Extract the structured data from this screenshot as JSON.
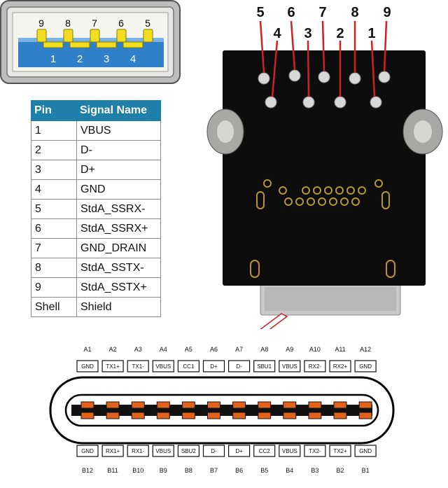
{
  "usb_a": {
    "top_pins": [
      "9",
      "8",
      "7",
      "6",
      "5"
    ],
    "bottom_pins": [
      "1",
      "2",
      "3",
      "4"
    ]
  },
  "table": {
    "headers": [
      "Pin",
      "Signal Name"
    ],
    "rows": [
      [
        "1",
        "VBUS"
      ],
      [
        "2",
        "D-"
      ],
      [
        "3",
        "D+"
      ],
      [
        "4",
        "GND"
      ],
      [
        "5",
        "StdA_SSRX-"
      ],
      [
        "6",
        "StdA_SSRX+"
      ],
      [
        "7",
        "GND_DRAIN"
      ],
      [
        "8",
        "StdA_SSTX-"
      ],
      [
        "9",
        "StdA_SSTX+"
      ],
      [
        "Shell",
        "Shield"
      ]
    ]
  },
  "pcb": {
    "top_labels": [
      "5",
      "6",
      "7",
      "8",
      "9"
    ],
    "lower_labels": [
      "4",
      "3",
      "2",
      "1"
    ]
  },
  "usb_c": {
    "top_ids": [
      "A1",
      "A2",
      "A3",
      "A4",
      "A5",
      "A6",
      "A7",
      "A8",
      "A9",
      "A10",
      "A11",
      "A12"
    ],
    "top_signals": [
      "GND",
      "TX1+",
      "TX1-",
      "VBUS",
      "CC1",
      "D+",
      "D-",
      "SBU1",
      "VBUS",
      "RX2-",
      "RX2+",
      "GND"
    ],
    "bottom_signals": [
      "GND",
      "RX1+",
      "RX1-",
      "VBUS",
      "SBU2",
      "D-",
      "D+",
      "CC2",
      "VBUS",
      "TX2-",
      "TX2+",
      "GND"
    ],
    "bottom_ids": [
      "B12",
      "B11",
      "B10",
      "B9",
      "B8",
      "B7",
      "B6",
      "B5",
      "B4",
      "B3",
      "B2",
      "B1"
    ]
  },
  "colors": {
    "table_header": "#1e7fa8",
    "usb_blue": "#2f7fc9",
    "pin_gold": "#f2dd1e",
    "contact_orange": "#e2621b",
    "pcb_black": "#0d0d0d",
    "pointer_red": "#d02020"
  }
}
